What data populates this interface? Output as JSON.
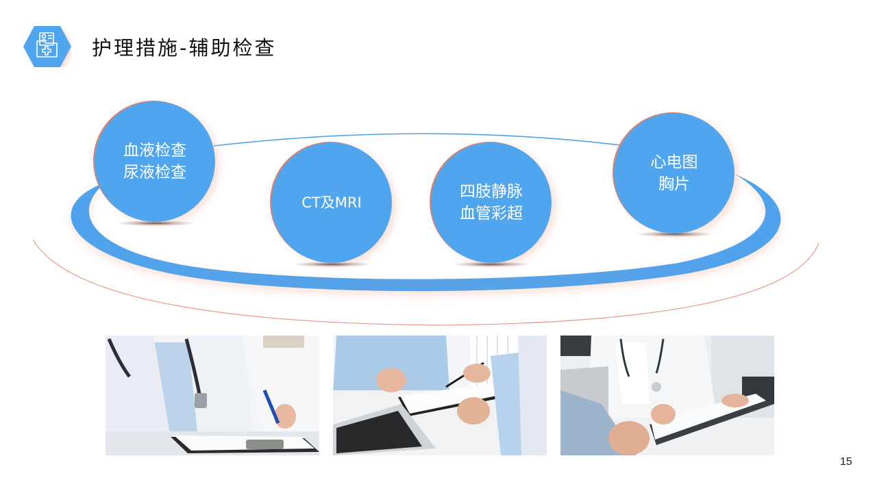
{
  "header": {
    "icon": "medical-folder-icon",
    "title": "护理措施-辅助检查"
  },
  "diagram": {
    "accent_color": "#50a6ee",
    "ring_accent": "#e88a78",
    "items": [
      {
        "lines": [
          "血液检查",
          "尿液检查"
        ]
      },
      {
        "lines": [
          "CT及MRI"
        ]
      },
      {
        "lines": [
          "四肢静脉",
          "血管彩超"
        ]
      },
      {
        "lines": [
          "心电图",
          "胸片"
        ]
      }
    ]
  },
  "photos": [
    {
      "alt": "doctor-writing-on-clipboard-photo"
    },
    {
      "alt": "doctor-consulting-patient-photo"
    },
    {
      "alt": "doctor-reviewing-report-photo"
    }
  ],
  "footer": {
    "page_number": "15"
  }
}
